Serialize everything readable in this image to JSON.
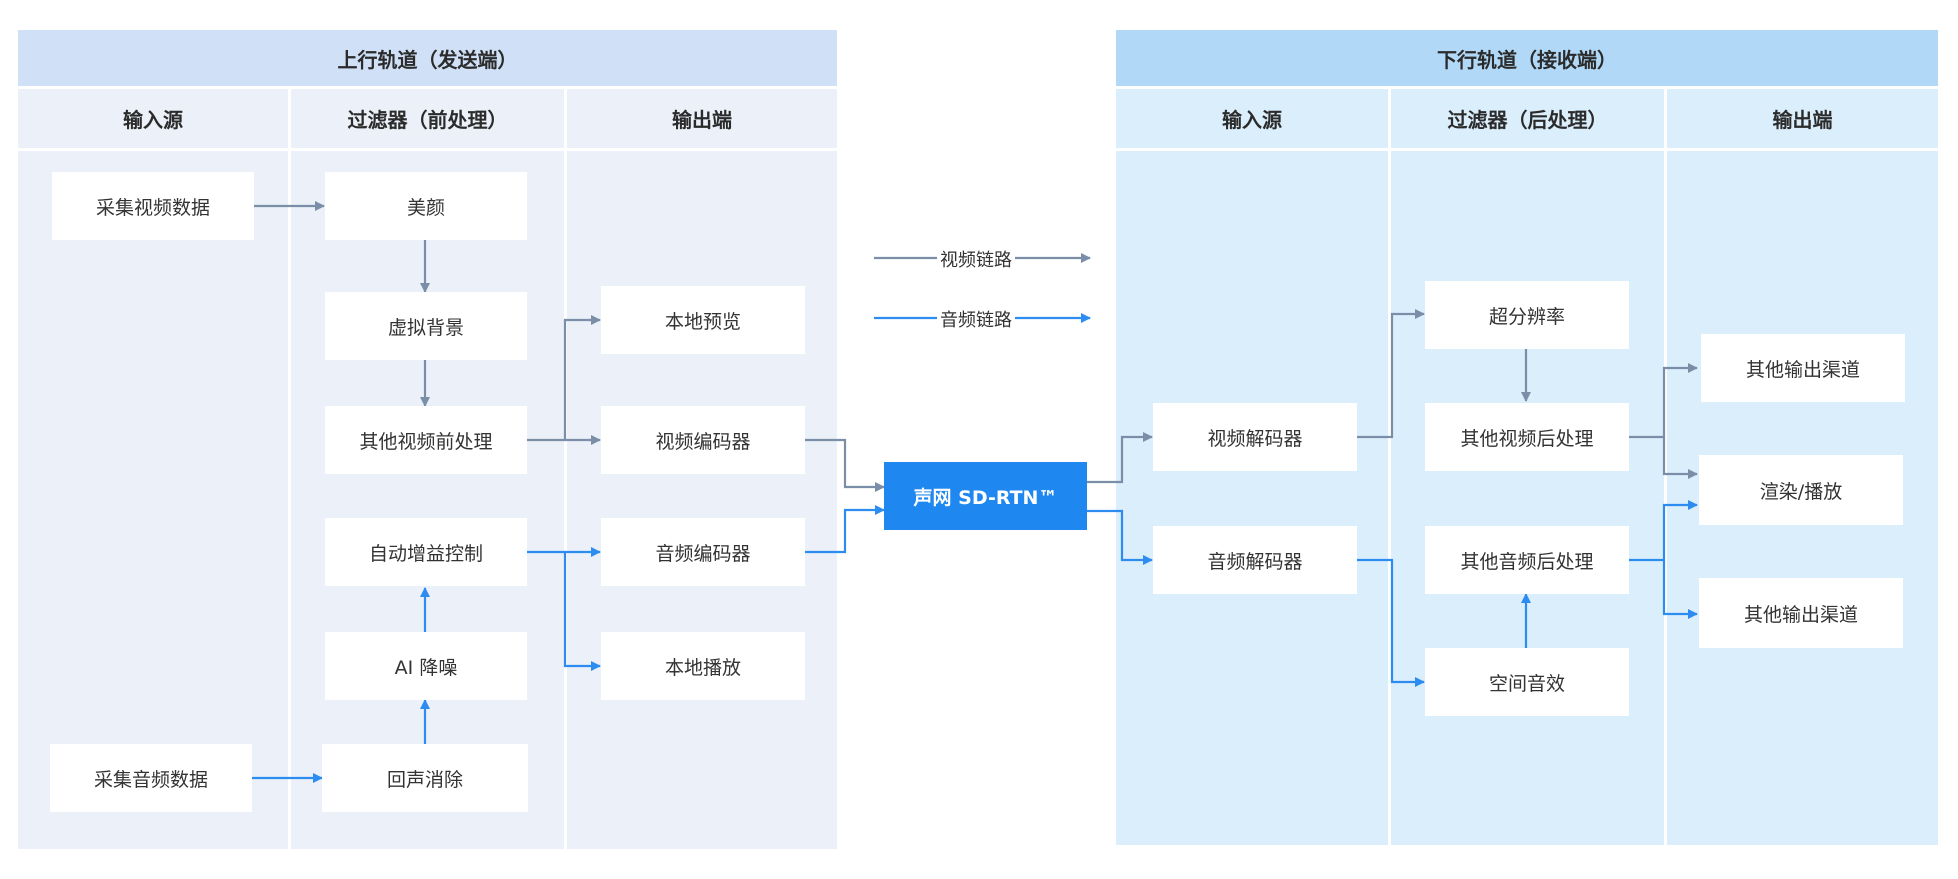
{
  "colors": {
    "video_link": "#7a8ea8",
    "audio_link": "#2d8cf0",
    "uplink_bg": "#ebf0f9",
    "uplink_title_bg": "#cfe0f7",
    "downlink_bg": "#dbeefc",
    "downlink_title_bg": "#b1d9f7",
    "center_node": "#1e88f0"
  },
  "uplink": {
    "title": "上行轨道（发送端）",
    "columns": [
      "输入源",
      "过滤器（前处理）",
      "输出端"
    ],
    "nodes": {
      "capture_video": "采集视频数据",
      "capture_audio": "采集音频数据",
      "beauty": "美颜",
      "virtual_bg": "虚拟背景",
      "other_video_pre": "其他视频前处理",
      "agc": "自动增益控制",
      "ai_ns": "AI 降噪",
      "aec": "回声消除",
      "local_preview": "本地预览",
      "video_encoder": "视频编码器",
      "audio_encoder": "音频编码器",
      "local_playback": "本地播放"
    }
  },
  "center": {
    "label": "声网 SD-RTN™"
  },
  "legend": {
    "video": "视频链路",
    "audio": "音频链路"
  },
  "downlink": {
    "title": "下行轨道（接收端）",
    "columns": [
      "输入源",
      "过滤器（后处理）",
      "输出端"
    ],
    "nodes": {
      "video_decoder": "视频解码器",
      "audio_decoder": "音频解码器",
      "super_res": "超分辨率",
      "other_video_post": "其他视频后处理",
      "other_audio_post": "其他音频后处理",
      "spatial_audio": "空间音效",
      "other_output_1": "其他输出渠道",
      "render_play": "渲染/播放",
      "other_output_2": "其他输出渠道"
    }
  }
}
